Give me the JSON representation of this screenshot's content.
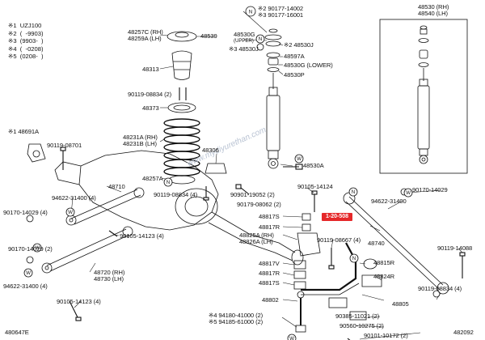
{
  "legend": {
    "lines": [
      "※1  UZJ100",
      "※2  (  -9903)",
      "※3  (9903-  )",
      "※4  (  -0208)",
      "※5  (0208-  )"
    ]
  },
  "ref_button": "1-20-508",
  "watermark": "www.mydiyurethan.com",
  "diagram_ids": {
    "left": "480647E",
    "right": "482092"
  },
  "markers": {
    "n": "N",
    "w": "W"
  },
  "labels": {
    "p90177_14002": "※2 90177-14002",
    "p90177_16001": "※3 90177-16001",
    "p48530_rh": "48530 (RH)",
    "p48540_lh": "48540 (LH)",
    "p48257c_rh": "48257C (RH)",
    "p48259a_lh": "48259A (LH)",
    "p48539": "48539",
    "p48530g": "48530G",
    "upper": "(UPPER)",
    "p48530j_2": "※2 48530J",
    "p48530j_3": "※3 48530J",
    "p48597a": "48597A",
    "p48530g_lower": "48530G (LOWER)",
    "p48530p": "48530P",
    "p48313": "48313",
    "p90119_08834": "90119-08834 (2)",
    "p48373": "48373",
    "p48691a": "※1 48691A",
    "p90119_08701": "90119-08701",
    "p48231a_rh": "48231A (RH)",
    "p48231b_lh": "48231B (LH)",
    "p48306": "48306",
    "p48257a": "48257A",
    "p90119_08834_4": "90119-08834 (4)",
    "p48530a": "48530A",
    "p48710": "48710",
    "p94622_31400_4": "94622-31400 (4)",
    "p90170_14029_4": "90170-14029 (4)",
    "p90105_14123_4": "90105-14123 (4)",
    "p90901_19052": "90901-19052 (2)",
    "p90105_14124": "90105-14124",
    "p90179_08062": "90179-08062 (2)",
    "p48817s": "48817S",
    "p48817r": "48817R",
    "p48825a": "48825A (RH)",
    "p48826a": "48826A (LH)",
    "p90170_14029": "90170-14029",
    "p94622_31400": "94622-31400",
    "p90119_08667": "90119-08667 (4)",
    "p48740": "48740",
    "p90119_14088": "90119-14088",
    "p90170_14029_2": "90170-14029 (2)",
    "p94622_31400_4b": "94622-31400 (4)",
    "p48720_rh": "48720 (RH)",
    "p48730_lh": "48730 (LH)",
    "p90105_14123_4b": "90105-14123 (4)",
    "p48817v": "48817V",
    "p48817r_b": "48817R",
    "p48817s_b": "48817S",
    "p48815r": "48815R",
    "p48824r": "48824R",
    "p90119_08834_4b": "90119-08834 (4)",
    "p48802": "48802",
    "p48805": "48805",
    "p90385_11021": "90385-11021 (2)",
    "p90560_10275": "90560-10275 (2)",
    "p90101_10172": "90101-10172 (2)",
    "p94180_41000": "※4 94180-41000 (2)",
    "p94185_61000": "※5 94185-61000 (2)"
  }
}
